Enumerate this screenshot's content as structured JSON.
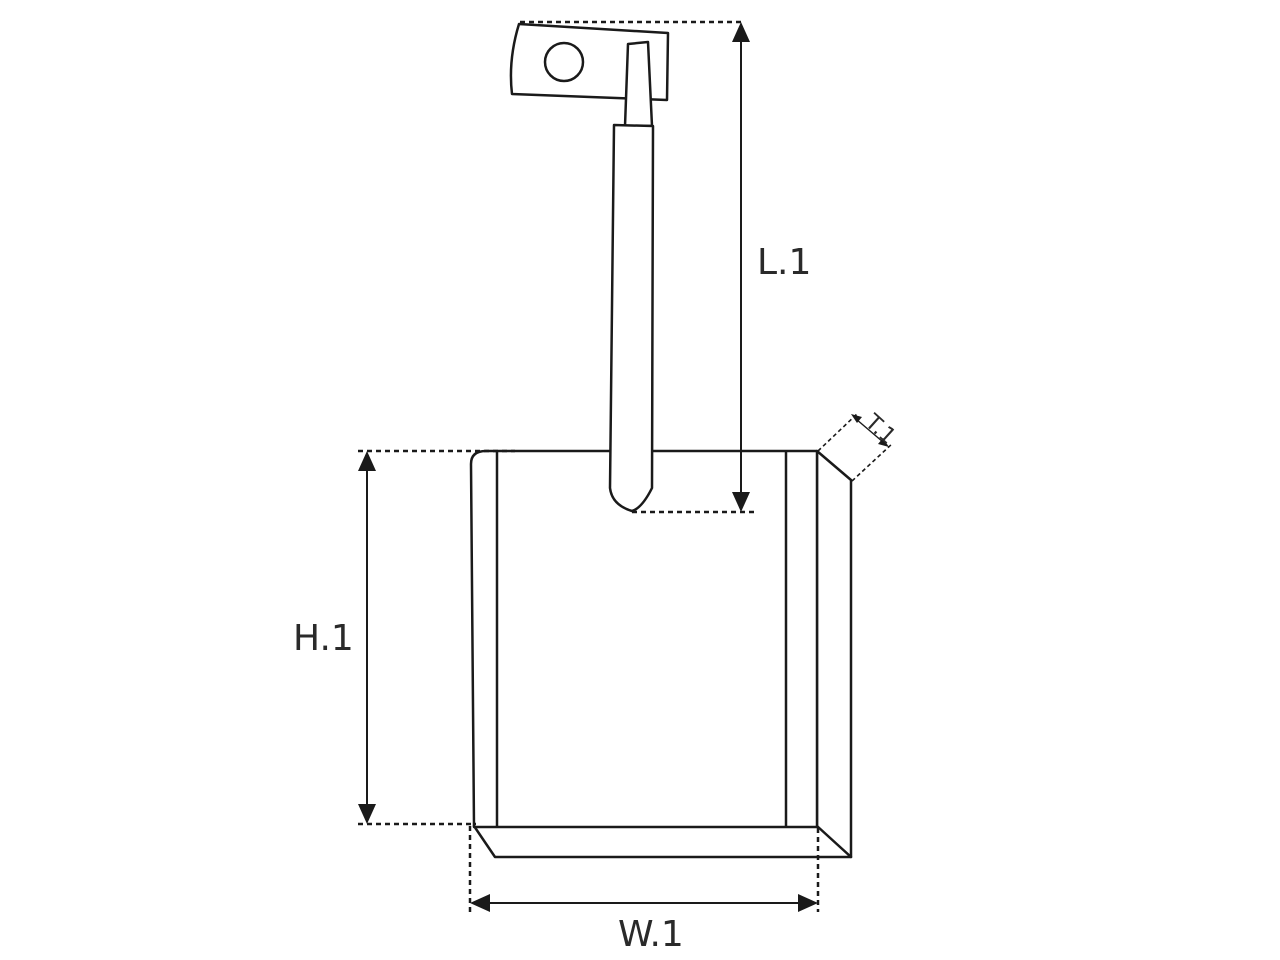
{
  "diagram": {
    "labels": {
      "length": "L.1",
      "height": "H.1",
      "width": "W.1",
      "thickness": "T.1"
    }
  }
}
